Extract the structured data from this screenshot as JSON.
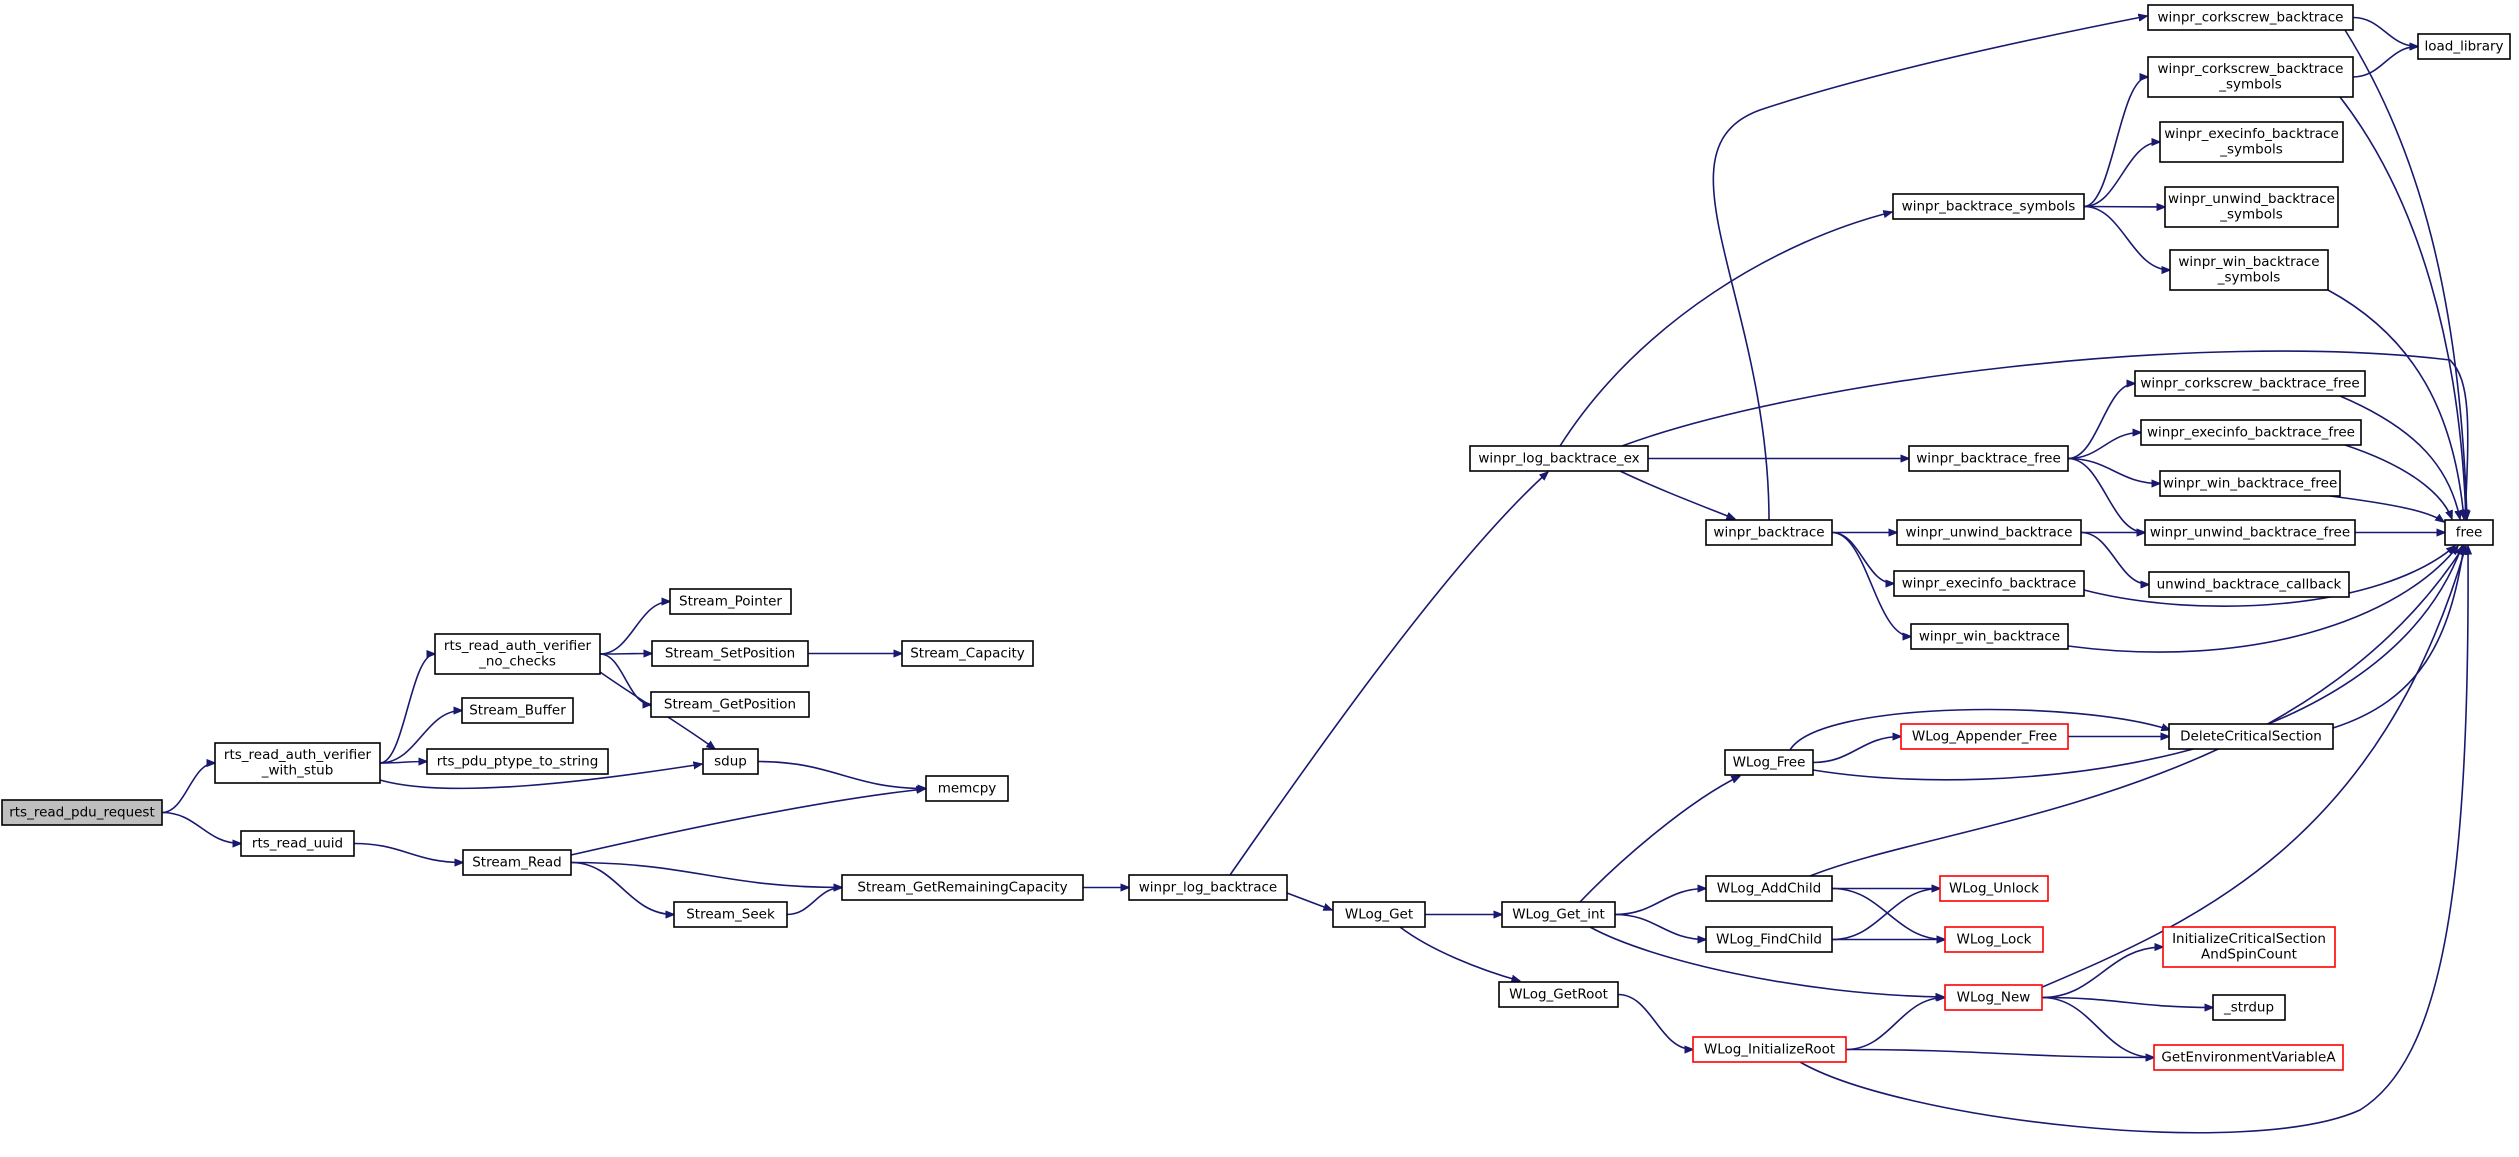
{
  "graph": {
    "nodes": [
      {
        "id": "rts_read_pdu_request",
        "lines": [
          "rts_read_pdu_request"
        ],
        "style": "root"
      },
      {
        "id": "rts_read_auth_verifier_with_stub",
        "lines": [
          "rts_read_auth_verifier",
          "_with_stub"
        ],
        "style": "normal"
      },
      {
        "id": "rts_read_uuid",
        "lines": [
          "rts_read_uuid"
        ],
        "style": "normal"
      },
      {
        "id": "rts_read_auth_verifier_no_checks",
        "lines": [
          "rts_read_auth_verifier",
          "_no_checks"
        ],
        "style": "normal"
      },
      {
        "id": "Stream_Buffer",
        "lines": [
          "Stream_Buffer"
        ],
        "style": "normal"
      },
      {
        "id": "rts_pdu_ptype_to_string",
        "lines": [
          "rts_pdu_ptype_to_string"
        ],
        "style": "normal"
      },
      {
        "id": "sdup",
        "lines": [
          "sdup"
        ],
        "style": "normal"
      },
      {
        "id": "Stream_Pointer",
        "lines": [
          "Stream_Pointer"
        ],
        "style": "normal"
      },
      {
        "id": "Stream_SetPosition",
        "lines": [
          "Stream_SetPosition"
        ],
        "style": "normal"
      },
      {
        "id": "Stream_GetPosition",
        "lines": [
          "Stream_GetPosition"
        ],
        "style": "normal"
      },
      {
        "id": "Stream_Capacity",
        "lines": [
          "Stream_Capacity"
        ],
        "style": "normal"
      },
      {
        "id": "memcpy",
        "lines": [
          "memcpy"
        ],
        "style": "normal"
      },
      {
        "id": "Stream_Read",
        "lines": [
          "Stream_Read"
        ],
        "style": "normal"
      },
      {
        "id": "Stream_Seek",
        "lines": [
          "Stream_Seek"
        ],
        "style": "normal"
      },
      {
        "id": "Stream_GetRemainingCapacity",
        "lines": [
          "Stream_GetRemainingCapacity"
        ],
        "style": "normal"
      },
      {
        "id": "winpr_log_backtrace",
        "lines": [
          "winpr_log_backtrace"
        ],
        "style": "normal"
      },
      {
        "id": "winpr_log_backtrace_ex",
        "lines": [
          "winpr_log_backtrace_ex"
        ],
        "style": "normal"
      },
      {
        "id": "WLog_Get",
        "lines": [
          "WLog_Get"
        ],
        "style": "normal"
      },
      {
        "id": "WLog_Get_int",
        "lines": [
          "WLog_Get_int"
        ],
        "style": "normal"
      },
      {
        "id": "WLog_GetRoot",
        "lines": [
          "WLog_GetRoot"
        ],
        "style": "normal"
      },
      {
        "id": "winpr_backtrace",
        "lines": [
          "winpr_backtrace"
        ],
        "style": "normal"
      },
      {
        "id": "winpr_backtrace_symbols",
        "lines": [
          "winpr_backtrace_symbols"
        ],
        "style": "normal"
      },
      {
        "id": "winpr_backtrace_free",
        "lines": [
          "winpr_backtrace_free"
        ],
        "style": "normal"
      },
      {
        "id": "winpr_unwind_backtrace",
        "lines": [
          "winpr_unwind_backtrace"
        ],
        "style": "normal"
      },
      {
        "id": "winpr_execinfo_backtrace",
        "lines": [
          "winpr_execinfo_backtrace"
        ],
        "style": "normal"
      },
      {
        "id": "winpr_win_backtrace",
        "lines": [
          "winpr_win_backtrace"
        ],
        "style": "normal"
      },
      {
        "id": "WLog_Free",
        "lines": [
          "WLog_Free"
        ],
        "style": "normal"
      },
      {
        "id": "WLog_AddChild",
        "lines": [
          "WLog_AddChild"
        ],
        "style": "normal"
      },
      {
        "id": "WLog_FindChild",
        "lines": [
          "WLog_FindChild"
        ],
        "style": "normal"
      },
      {
        "id": "WLog_InitializeRoot",
        "lines": [
          "WLog_InitializeRoot"
        ],
        "style": "red"
      },
      {
        "id": "WLog_Appender_Free",
        "lines": [
          "WLog_Appender_Free"
        ],
        "style": "red"
      },
      {
        "id": "WLog_Unlock",
        "lines": [
          "WLog_Unlock"
        ],
        "style": "red"
      },
      {
        "id": "WLog_Lock",
        "lines": [
          "WLog_Lock"
        ],
        "style": "red"
      },
      {
        "id": "WLog_New",
        "lines": [
          "WLog_New"
        ],
        "style": "red"
      },
      {
        "id": "winpr_corkscrew_backtrace",
        "lines": [
          "winpr_corkscrew_backtrace"
        ],
        "style": "normal"
      },
      {
        "id": "winpr_corkscrew_backtrace_symbols",
        "lines": [
          "winpr_corkscrew_backtrace",
          "_symbols"
        ],
        "style": "normal"
      },
      {
        "id": "winpr_execinfo_backtrace_symbols",
        "lines": [
          "winpr_execinfo_backtrace",
          "_symbols"
        ],
        "style": "normal"
      },
      {
        "id": "winpr_unwind_backtrace_symbols",
        "lines": [
          "winpr_unwind_backtrace",
          "_symbols"
        ],
        "style": "normal"
      },
      {
        "id": "winpr_win_backtrace_symbols",
        "lines": [
          "winpr_win_backtrace",
          "_symbols"
        ],
        "style": "normal"
      },
      {
        "id": "winpr_corkscrew_backtrace_free",
        "lines": [
          "winpr_corkscrew_backtrace_free"
        ],
        "style": "normal"
      },
      {
        "id": "winpr_execinfo_backtrace_free",
        "lines": [
          "winpr_execinfo_backtrace_free"
        ],
        "style": "normal"
      },
      {
        "id": "winpr_win_backtrace_free",
        "lines": [
          "winpr_win_backtrace_free"
        ],
        "style": "normal"
      },
      {
        "id": "winpr_unwind_backtrace_free",
        "lines": [
          "winpr_unwind_backtrace_free"
        ],
        "style": "normal"
      },
      {
        "id": "unwind_backtrace_callback",
        "lines": [
          "unwind_backtrace_callback"
        ],
        "style": "normal"
      },
      {
        "id": "DeleteCriticalSection",
        "lines": [
          "DeleteCriticalSection"
        ],
        "style": "normal"
      },
      {
        "id": "InitializeCriticalSectionAndSpinCount",
        "lines": [
          "InitializeCriticalSection",
          "AndSpinCount"
        ],
        "style": "red"
      },
      {
        "id": "_strdup",
        "lines": [
          "_strdup"
        ],
        "style": "normal"
      },
      {
        "id": "GetEnvironmentVariableA",
        "lines": [
          "GetEnvironmentVariableA"
        ],
        "style": "red"
      },
      {
        "id": "load_library",
        "lines": [
          "load_library"
        ],
        "style": "normal"
      },
      {
        "id": "free",
        "lines": [
          "free"
        ],
        "style": "normal"
      }
    ],
    "edges": [
      [
        "rts_read_pdu_request",
        "rts_read_auth_verifier_with_stub"
      ],
      [
        "rts_read_pdu_request",
        "rts_read_uuid"
      ],
      [
        "rts_read_auth_verifier_with_stub",
        "rts_read_auth_verifier_no_checks"
      ],
      [
        "rts_read_auth_verifier_with_stub",
        "Stream_Buffer"
      ],
      [
        "rts_read_auth_verifier_with_stub",
        "rts_pdu_ptype_to_string"
      ],
      [
        "rts_read_auth_verifier_with_stub",
        "sdup"
      ],
      [
        "rts_read_auth_verifier_no_checks",
        "Stream_Pointer"
      ],
      [
        "rts_read_auth_verifier_no_checks",
        "Stream_SetPosition"
      ],
      [
        "rts_read_auth_verifier_no_checks",
        "Stream_GetPosition"
      ],
      [
        "rts_read_auth_verifier_no_checks",
        "sdup"
      ],
      [
        "Stream_SetPosition",
        "Stream_Capacity"
      ],
      [
        "sdup",
        "memcpy"
      ],
      [
        "rts_read_uuid",
        "Stream_Read"
      ],
      [
        "Stream_Read",
        "memcpy"
      ],
      [
        "Stream_Read",
        "Stream_GetRemainingCapacity"
      ],
      [
        "Stream_Read",
        "Stream_Seek"
      ],
      [
        "Stream_Seek",
        "Stream_GetRemainingCapacity"
      ],
      [
        "Stream_GetRemainingCapacity",
        "winpr_log_backtrace"
      ],
      [
        "winpr_log_backtrace",
        "winpr_log_backtrace_ex"
      ],
      [
        "winpr_log_backtrace",
        "WLog_Get"
      ],
      [
        "winpr_log_backtrace_ex",
        "winpr_backtrace_symbols"
      ],
      [
        "winpr_log_backtrace_ex",
        "free"
      ],
      [
        "winpr_log_backtrace_ex",
        "winpr_backtrace_free"
      ],
      [
        "winpr_log_backtrace_ex",
        "winpr_backtrace"
      ],
      [
        "winpr_backtrace",
        "winpr_corkscrew_backtrace"
      ],
      [
        "winpr_backtrace",
        "winpr_unwind_backtrace"
      ],
      [
        "winpr_backtrace",
        "winpr_execinfo_backtrace"
      ],
      [
        "winpr_backtrace",
        "winpr_win_backtrace"
      ],
      [
        "winpr_backtrace_symbols",
        "winpr_corkscrew_backtrace_symbols"
      ],
      [
        "winpr_backtrace_symbols",
        "winpr_execinfo_backtrace_symbols"
      ],
      [
        "winpr_backtrace_symbols",
        "winpr_unwind_backtrace_symbols"
      ],
      [
        "winpr_backtrace_symbols",
        "winpr_win_backtrace_symbols"
      ],
      [
        "winpr_backtrace_free",
        "winpr_corkscrew_backtrace_free"
      ],
      [
        "winpr_backtrace_free",
        "winpr_execinfo_backtrace_free"
      ],
      [
        "winpr_backtrace_free",
        "winpr_win_backtrace_free"
      ],
      [
        "winpr_backtrace_free",
        "winpr_unwind_backtrace_free"
      ],
      [
        "winpr_unwind_backtrace",
        "winpr_unwind_backtrace_free"
      ],
      [
        "winpr_unwind_backtrace",
        "unwind_backtrace_callback"
      ],
      [
        "winpr_execinfo_backtrace",
        "free"
      ],
      [
        "winpr_win_backtrace",
        "free"
      ],
      [
        "winpr_corkscrew_backtrace",
        "load_library"
      ],
      [
        "winpr_corkscrew_backtrace",
        "free"
      ],
      [
        "winpr_corkscrew_backtrace_symbols",
        "load_library"
      ],
      [
        "winpr_corkscrew_backtrace_symbols",
        "free"
      ],
      [
        "winpr_win_backtrace_symbols",
        "free"
      ],
      [
        "winpr_corkscrew_backtrace_free",
        "free"
      ],
      [
        "winpr_execinfo_backtrace_free",
        "free"
      ],
      [
        "winpr_win_backtrace_free",
        "free"
      ],
      [
        "winpr_unwind_backtrace_free",
        "free"
      ],
      [
        "WLog_Get",
        "WLog_Get_int"
      ],
      [
        "WLog_Get",
        "WLog_GetRoot"
      ],
      [
        "WLog_Get_int",
        "WLog_Free"
      ],
      [
        "WLog_Get_int",
        "WLog_AddChild"
      ],
      [
        "WLog_Get_int",
        "WLog_FindChild"
      ],
      [
        "WLog_Get_int",
        "WLog_New"
      ],
      [
        "WLog_GetRoot",
        "WLog_InitializeRoot"
      ],
      [
        "WLog_Free",
        "DeleteCriticalSection"
      ],
      [
        "WLog_Free",
        "WLog_Appender_Free"
      ],
      [
        "WLog_Free",
        "free"
      ],
      [
        "WLog_Appender_Free",
        "DeleteCriticalSection"
      ],
      [
        "DeleteCriticalSection",
        "free"
      ],
      [
        "WLog_AddChild",
        "free"
      ],
      [
        "WLog_AddChild",
        "WLog_Unlock"
      ],
      [
        "WLog_AddChild",
        "WLog_Lock"
      ],
      [
        "WLog_FindChild",
        "WLog_Unlock"
      ],
      [
        "WLog_FindChild",
        "WLog_Lock"
      ],
      [
        "WLog_InitializeRoot",
        "WLog_New"
      ],
      [
        "WLog_InitializeRoot",
        "GetEnvironmentVariableA"
      ],
      [
        "WLog_InitializeRoot",
        "free"
      ],
      [
        "WLog_New",
        "free"
      ],
      [
        "WLog_New",
        "InitializeCriticalSectionAndSpinCount"
      ],
      [
        "WLog_New",
        "_strdup"
      ],
      [
        "WLog_New",
        "GetEnvironmentVariableA"
      ]
    ]
  }
}
